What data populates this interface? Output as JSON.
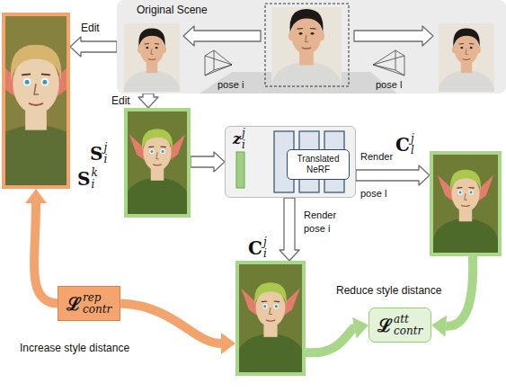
{
  "diagram": {
    "nodes": [
      {
        "text": [
          "Original Scene"
        ]
      },
      {
        "text": [
          "S",
          "k",
          "i"
        ]
      },
      {
        "text": [
          "S",
          "j",
          "i"
        ]
      },
      {
        "text": [
          "z",
          "j",
          "i"
        ]
      },
      {
        "text": [
          "Translated NeRF"
        ],
        "in": 3
      },
      {
        "text": [
          "C",
          "j",
          "l"
        ]
      },
      {
        "text": [
          "C",
          "j",
          "i"
        ]
      },
      {
        "text": [
          "ℒ",
          "rep",
          "contr"
        ]
      },
      {
        "text": [
          "ℒ",
          "att",
          "contr"
        ]
      }
    ],
    "edges": [
      {
        "from": 0,
        "to": 1,
        "arrow": "to",
        "label": "Edit"
      },
      {
        "from": 0,
        "to": 2,
        "arrow": "to",
        "label": "Edit"
      },
      {
        "from": 2,
        "to": 3,
        "arrow": "to"
      },
      {
        "from": 3,
        "to": 5,
        "arrow": "to",
        "label": "Render"
      },
      {
        "from": 3,
        "to": 6,
        "arrow": "to",
        "label": "Render"
      },
      {
        "from": 7,
        "to": 1,
        "arrow": "to"
      },
      {
        "from": 7,
        "to": 6,
        "arrow": "to"
      },
      {
        "from": 6,
        "to": 8,
        "arrow": "to"
      },
      {
        "from": 5,
        "to": 8,
        "arrow": "to"
      }
    ],
    "labels": [
      "pose i",
      "pose l",
      "pose l",
      "pose i",
      "Increase style distance",
      "Reduce style distance"
    ]
  }
}
